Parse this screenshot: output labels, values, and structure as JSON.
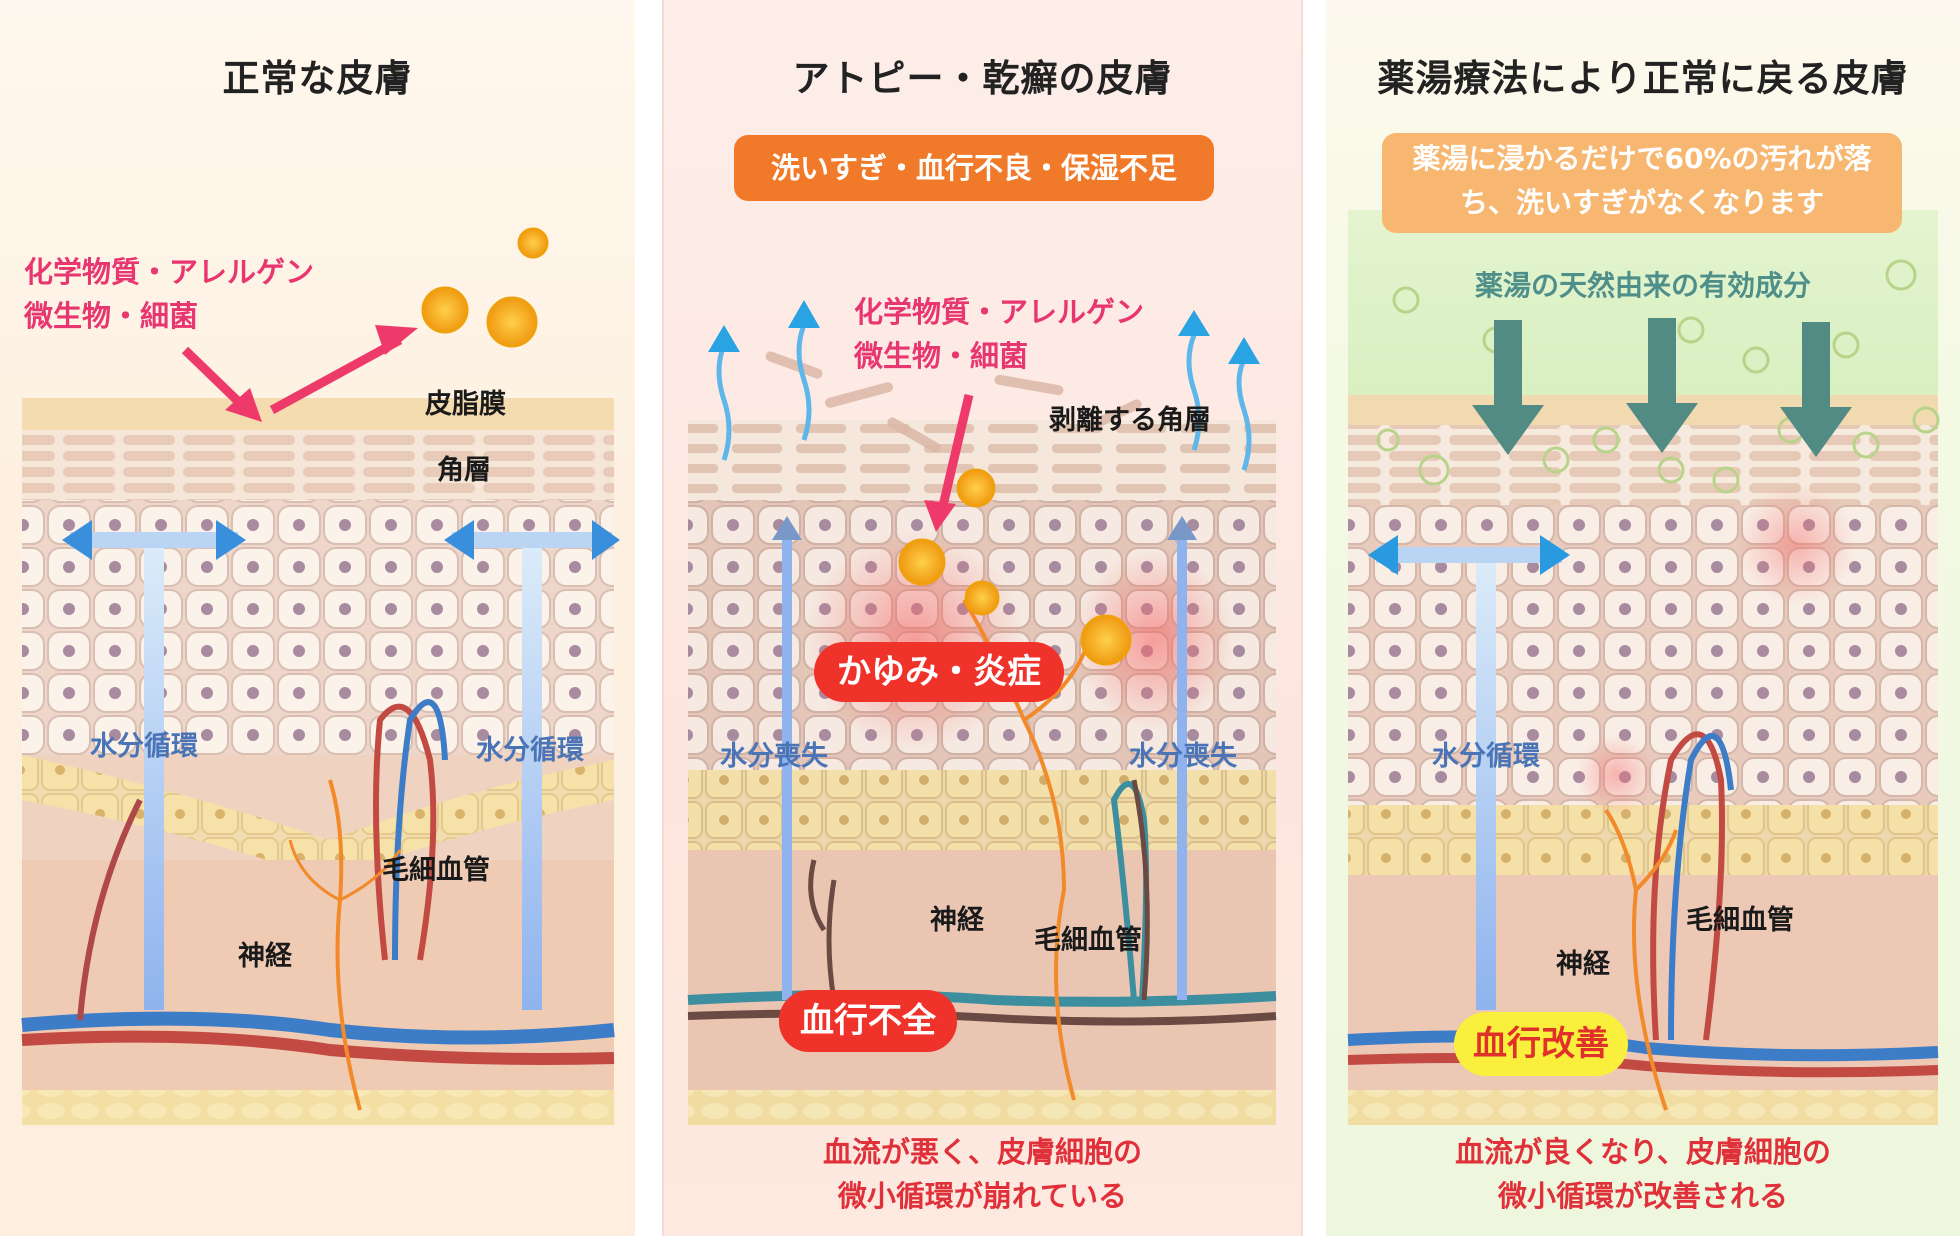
{
  "panels": [
    {
      "title": "正常な皮膚",
      "irritant_label": "化学物質・アレルゲン\n微生物・細菌",
      "labels": {
        "sebum": "皮脂膜",
        "stratum": "角層",
        "water_left": "水分循環",
        "water_right": "水分循環",
        "capillary": "毛細血管",
        "nerve": "神経"
      }
    },
    {
      "title": "アトピー・乾癬の皮膚",
      "cause_badge": "洗いすぎ・血行不良・保湿不足",
      "irritant_label": "化学物質・アレルゲン\n微生物・細菌",
      "labels": {
        "peeling": "剥離する角層",
        "itch": "かゆみ・炎症",
        "water_left": "水分喪失",
        "water_right": "水分喪失",
        "nerve": "神経",
        "capillary": "毛細血管",
        "blood": "血行不全"
      },
      "caption": "血流が悪く、皮膚細胞の\n微小循環が崩れている"
    },
    {
      "title": "薬湯療法により正常に戻る皮膚",
      "badge": "薬湯に浸かるだけで60%の汚れが落\nち、洗いすぎがなくなります",
      "ingredients": "薬湯の天然由来の有効成分",
      "labels": {
        "water": "水分循環",
        "capillary": "毛細血管",
        "nerve": "神経",
        "blood": "血行改善"
      },
      "caption": "血流が良くなり、皮膚細胞の\n微小循環が改善される"
    }
  ],
  "colors": {
    "pink_text": "#e83670",
    "blue_text": "#4a74b6",
    "orange_badge": "#f07a2a",
    "peach_badge": "#f8b770",
    "red_pill": "#f0332a",
    "yellow_pill": "#f9ef3c"
  }
}
